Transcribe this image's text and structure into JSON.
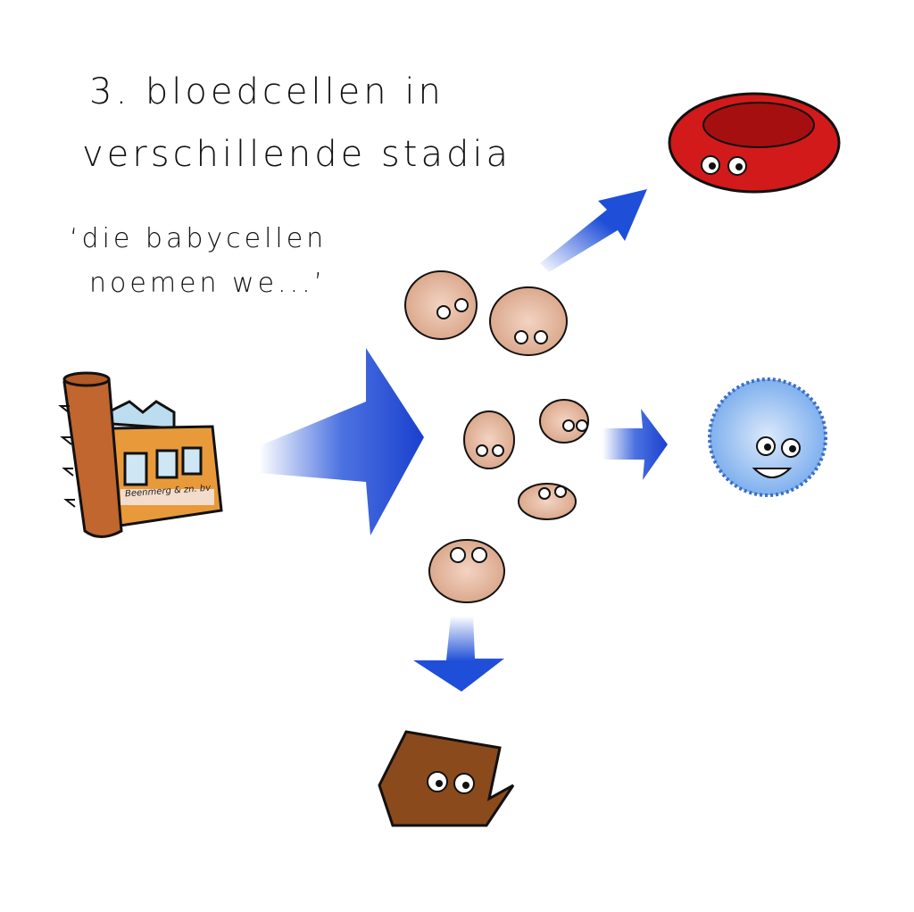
{
  "title": {
    "line1": "3. bloedcellen in",
    "line2": "verschillende stadia"
  },
  "quote": {
    "line1": "‘die babycellen",
    "line2": "noemen we...’"
  },
  "factory": {
    "label": "Beenmerg & zn. bv"
  },
  "colors": {
    "arrow": "#1f4fd8",
    "red_cell": "#d21a1a",
    "white_cell": "#9cc3f2",
    "baby_cell": "#e9b9a0",
    "platelet": "#8a4a1c",
    "factory_wall": "#e89a3a",
    "chimney": "#c0662e"
  }
}
